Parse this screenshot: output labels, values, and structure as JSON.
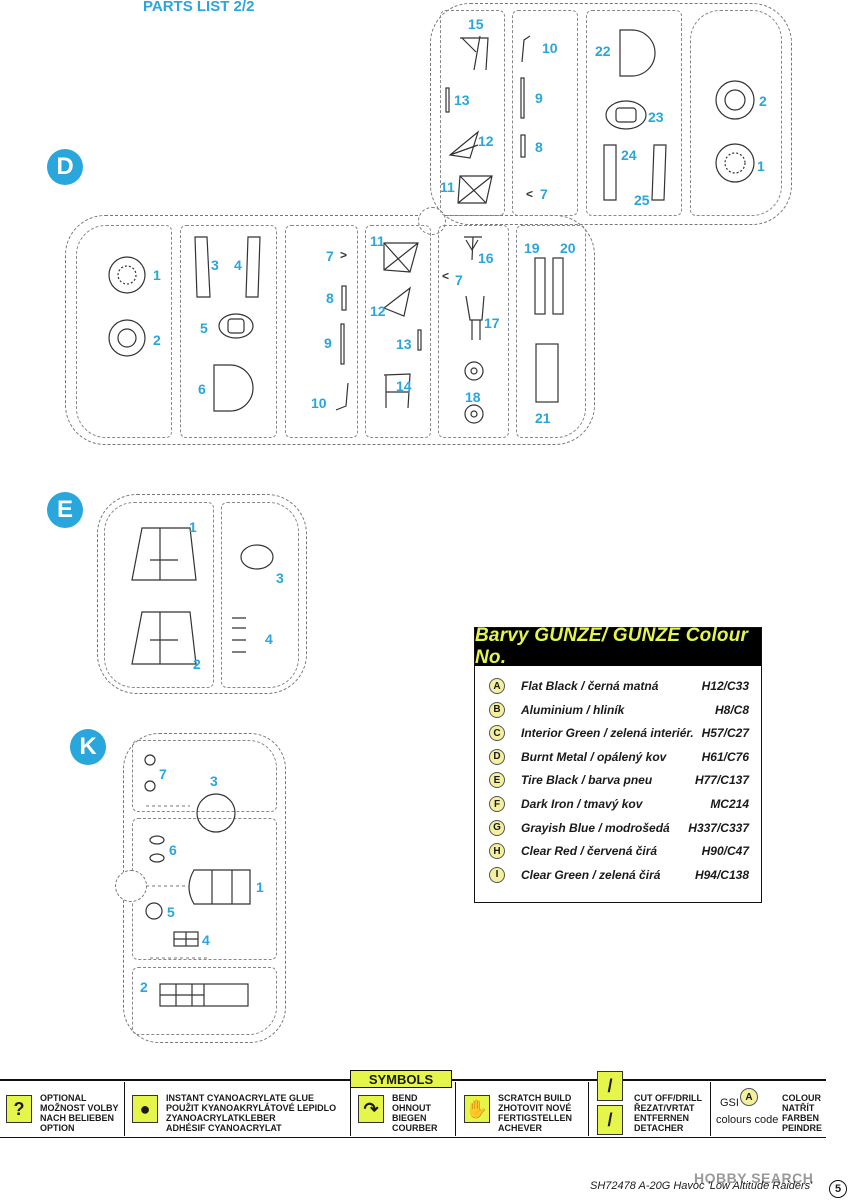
{
  "page_title": "PARTS LIST 2/2",
  "sprues": {
    "D": {
      "letter": "D",
      "labels": [
        "15",
        "13",
        "12",
        "11",
        "10",
        "9",
        "8",
        "7",
        "22",
        "23",
        "24",
        "25",
        "2",
        "1",
        "1",
        "2",
        "3",
        "4",
        "5",
        "6",
        "7",
        "8",
        "9",
        "10",
        "11",
        "12",
        "13",
        "14",
        "7",
        "16",
        "17",
        "18",
        "19",
        "20",
        "21"
      ]
    },
    "E": {
      "letter": "E",
      "labels": [
        "1",
        "2",
        "3",
        "4"
      ]
    },
    "K": {
      "letter": "K",
      "labels": [
        "7",
        "3",
        "6",
        "1",
        "5",
        "4",
        "2"
      ]
    }
  },
  "colour_table": {
    "heading": "Barvy GUNZE/ GUNZE Colour No.",
    "rows": [
      {
        "letter": "A",
        "name": "Flat Black / černá matná",
        "code": "H12/C33"
      },
      {
        "letter": "B",
        "name": "Aluminium / hliník",
        "code": "H8/C8"
      },
      {
        "letter": "C",
        "name": "Interior Green / zelená interiér.",
        "code": "H57/C27"
      },
      {
        "letter": "D",
        "name": "Burnt Metal / opálený kov",
        "code": "H61/C76"
      },
      {
        "letter": "E",
        "name": "Tire Black / barva pneu",
        "code": "H77/C137"
      },
      {
        "letter": "F",
        "name": "Dark Iron / tmavý kov",
        "code": "MC214"
      },
      {
        "letter": "G",
        "name": "Grayish Blue / modrošedá",
        "code": "H337/C337"
      },
      {
        "letter": "H",
        "name": "Clear Red / červená čirá",
        "code": "H90/C47"
      },
      {
        "letter": "I",
        "name": "Clear Green / zelená čirá",
        "code": "H94/C138"
      }
    ]
  },
  "symbols": {
    "title": "SYMBOLS",
    "optional": [
      "OPTIONAL",
      "MOŽNOST VOLBY",
      "NACH BELIEBEN",
      "OPTION"
    ],
    "glue": [
      "INSTANT CYANOACRYLATE GLUE",
      "POUŽIT KYANOAKRYLÁTOVÉ LEPIDLO",
      "ZYANOACRYLATKLEBER",
      "ADHÉSIF CYANOACRYLAT"
    ],
    "bend": [
      "BEND",
      "OHNOUT",
      "BIEGEN",
      "COURBER"
    ],
    "scratch": [
      "SCRATCH BUILD",
      "ZHOTOVIT NOVÉ",
      "FERTIGSTELLEN",
      "ACHEVER"
    ],
    "cut": [
      "CUT OFF/DRILL",
      "ŘEZAT/VRTAT",
      "ENTFERNEN",
      "DETACHER"
    ],
    "gsi_label": "GSI",
    "gsi_sub": "colours code",
    "gsi_badge": "A",
    "colour": [
      "COLOUR",
      "NATŘÍT",
      "FARBEN",
      "PEINDRE"
    ]
  },
  "footer": "SH72478  A-20G Havoc 'Low Altitude Raiders'",
  "watermark": "HOBBY SEARCH",
  "page_number": "5",
  "colors": {
    "accent": "#29a6dc",
    "highlight": "#e6f54a",
    "ink": "#1a1a1a"
  }
}
